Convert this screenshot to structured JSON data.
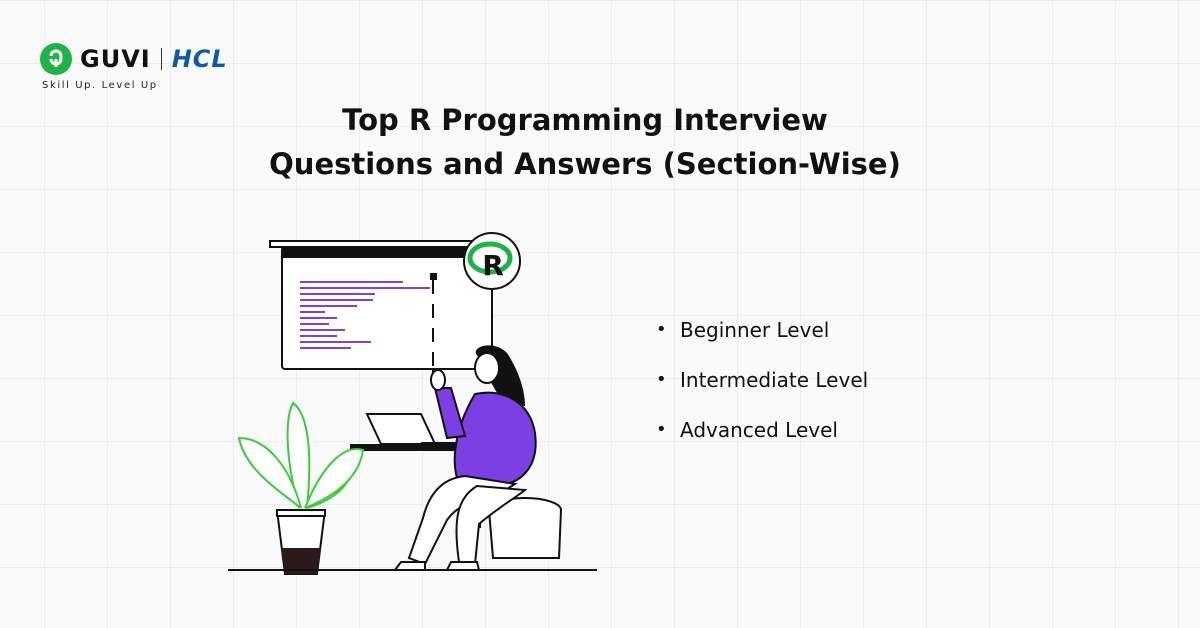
{
  "brand": {
    "guvi_label": "GUVI",
    "hcl_label": "HCL",
    "tagline": "Skill Up. Level Up",
    "guvi_color": "#1fb24a",
    "hcl_color": "#0f5aa8"
  },
  "header": {
    "title_line1": "Top R Programming Interview",
    "title_line2": "Questions and Answers (Section-Wise)"
  },
  "levels": {
    "items": [
      "Beginner Level",
      "Intermediate Level",
      "Advanced Level"
    ]
  },
  "illustration": {
    "r_logo_label": "R",
    "accent_purple": "#7b3fe4",
    "plant_green": "#3ccb3c",
    "icons": [
      "r-logo-icon",
      "presentation-board",
      "laptop-icon",
      "plant-icon",
      "person-figure"
    ]
  }
}
